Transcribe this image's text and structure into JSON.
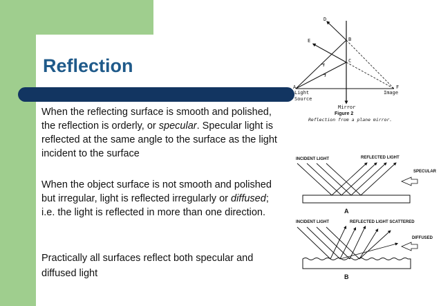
{
  "slide": {
    "title": "Reflection",
    "paragraph1": {
      "before": "When the reflecting surface is smooth and polished, the reflection is orderly, or ",
      "emph": "specular",
      "after": ". Specular light is reflected at the same angle to the surface as the light incident to the surface"
    },
    "paragraph2": {
      "before": "When the object surface is not smooth and polished but irregular, light is reflected irregularly or ",
      "emph": "diffused",
      "after": "; i.e. the light is reflected in more than one direction."
    },
    "paragraph3": "Practically all surfaces reflect both specular and diffused  light"
  },
  "figure2": {
    "labels": {
      "d": "D",
      "e": "E",
      "b": "B",
      "c": "C",
      "a": "A",
      "f": "F",
      "light": "Light",
      "source": "Source",
      "image": "Image",
      "mirror": "Mirror"
    },
    "caption_title": "Figure 2",
    "caption": "Reflection from a plane mirror."
  },
  "figure_a": {
    "incident": "INCIDENT LIGHT",
    "reflected": "REFLECTED LIGHT",
    "specular": "SPECULAR",
    "letter": "A"
  },
  "figure_b": {
    "incident": "INCIDENT LIGHT",
    "reflected": "REFLECTED LIGHT SCATTERED",
    "diffused": "DIFFUSED",
    "letter": "B"
  },
  "colors": {
    "green": "#9fce8e",
    "title_blue": "#1f5a8a",
    "bar_navy": "#123561"
  }
}
